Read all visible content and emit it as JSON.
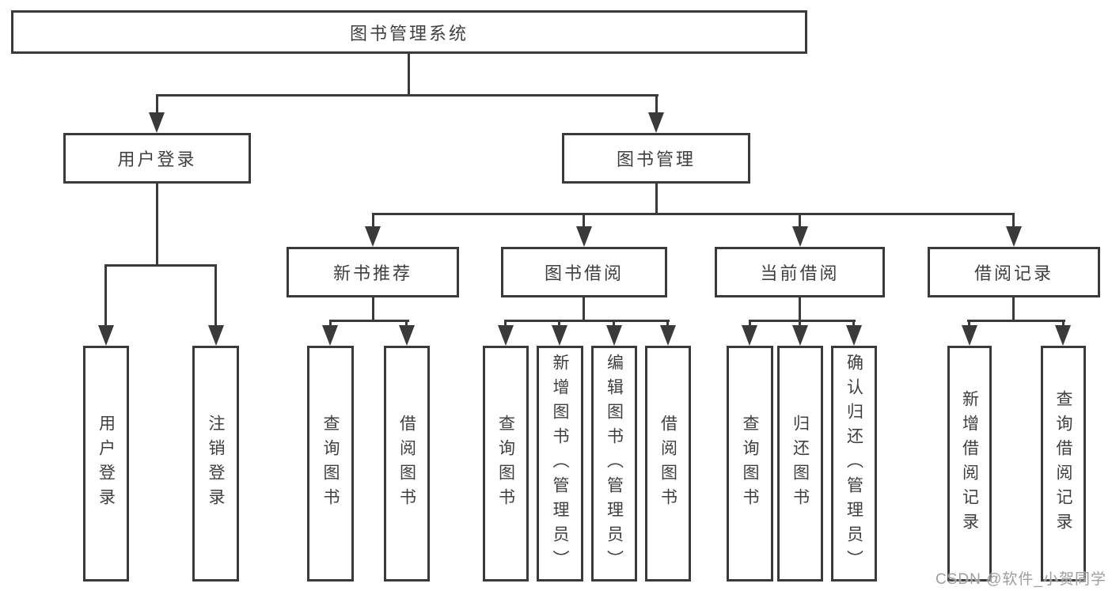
{
  "diagram": {
    "root": {
      "label": "图书管理系统"
    },
    "branches": [
      {
        "label": "用户登录"
      },
      {
        "label": "图书管理"
      }
    ],
    "modules": [
      {
        "label": "新书推荐"
      },
      {
        "label": "图书借阅"
      },
      {
        "label": "当前借阅"
      },
      {
        "label": "借阅记录"
      }
    ],
    "functions": [
      {
        "label": "用户登录"
      },
      {
        "label": "注销登录"
      },
      {
        "label": "查询图书"
      },
      {
        "label": "借阅图书"
      },
      {
        "label": "查询图书"
      },
      {
        "label": "新增图书（管理员）"
      },
      {
        "label": "编辑图书（管理员）"
      },
      {
        "label": "借阅图书"
      },
      {
        "label": "查询图书"
      },
      {
        "label": "归还图书"
      },
      {
        "label": "确认归还（管理员）"
      },
      {
        "label": "新增借阅记录"
      },
      {
        "label": "查询借阅记录"
      }
    ]
  },
  "watermark": {
    "text": "CSDN @软件_小贺同学"
  },
  "colors": {
    "line": "#3a3a3a",
    "text": "#3f3f3f",
    "watermark": "#9e9e9e",
    "background": "#ffffff"
  }
}
